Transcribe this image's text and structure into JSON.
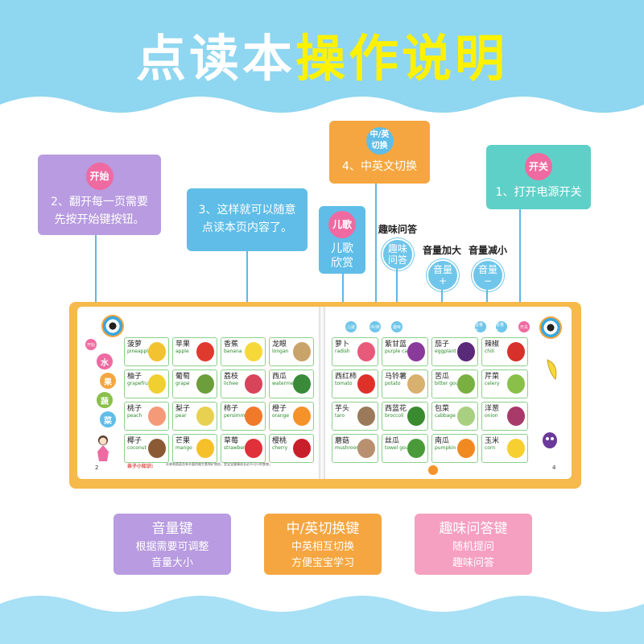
{
  "header": {
    "title_part1": "点读本",
    "title_part2": "操作说明"
  },
  "callouts": {
    "start": {
      "badge": "开始",
      "text_line1": "2、翻开每一页需要",
      "text_line2": "先按开始键按钮。",
      "color": "#b89be0"
    },
    "tap": {
      "text_line1": "3、这样就可以随意",
      "text_line2": "点读本页内容了。",
      "color": "#5fbde8"
    },
    "lang": {
      "badge": "中/英\n切换",
      "text": "4、中英文切换",
      "color": "#f5a640"
    },
    "power": {
      "badge": "开关",
      "text": "1、打开电源开关",
      "color": "#5fd0c8"
    },
    "songs": {
      "badge": "儿歌",
      "text_line1": "儿歌",
      "text_line2": "欣赏",
      "color": "#5fbde8"
    }
  },
  "buttons": {
    "quiz_label": "趣味问答",
    "quiz_btn": "趣味\n问答",
    "vol_up_label": "音量加大",
    "vol_up_btn": "音量\n+",
    "vol_down_label": "音量减小",
    "vol_down_btn": "音量\n−"
  },
  "book": {
    "left_side": [
      "水",
      "果",
      "蔬",
      "菜"
    ],
    "start_btn": "开始",
    "page_left_num": "2",
    "page_right_num": "4",
    "tip_title": "亲子小知识:",
    "tip_text": "水果和蔬菜含有丰富的维生素和矿物质，是宝宝健康成长必不可少的食物。",
    "mini_buttons": [
      "儿歌",
      "中/英",
      "趣味",
      "音量+",
      "音量−",
      "开关"
    ],
    "fruits": [
      {
        "zh": "菠萝",
        "en": "pineapple",
        "color": "#f2c230"
      },
      {
        "zh": "苹果",
        "en": "apple",
        "color": "#e03a2f"
      },
      {
        "zh": "香蕉",
        "en": "banana",
        "color": "#f7d83a"
      },
      {
        "zh": "龙眼",
        "en": "longan",
        "color": "#c9a46a"
      },
      {
        "zh": "柚子",
        "en": "grapefruit",
        "color": "#f0d030"
      },
      {
        "zh": "葡萄",
        "en": "grape",
        "color": "#6c9e3c"
      },
      {
        "zh": "荔枝",
        "en": "lichee",
        "color": "#d8445a"
      },
      {
        "zh": "西瓜",
        "en": "watermelon",
        "color": "#3a8a3a"
      },
      {
        "zh": "桃子",
        "en": "peach",
        "color": "#f59a78"
      },
      {
        "zh": "梨子",
        "en": "pear",
        "color": "#e8d050"
      },
      {
        "zh": "柿子",
        "en": "persimmon",
        "color": "#f07a2a"
      },
      {
        "zh": "橙子",
        "en": "orange",
        "color": "#f5932a"
      },
      {
        "zh": "椰子",
        "en": "coconut",
        "color": "#8a5a34"
      },
      {
        "zh": "芒果",
        "en": "mango",
        "color": "#f5c02a"
      },
      {
        "zh": "草莓",
        "en": "strawberry",
        "color": "#e0303a"
      },
      {
        "zh": "樱桃",
        "en": "cherry",
        "color": "#c8202a"
      }
    ],
    "vegetables": [
      {
        "zh": "萝卜",
        "en": "radish",
        "color": "#e85a7a"
      },
      {
        "zh": "紫甘蓝",
        "en": "purple cabbage",
        "color": "#8a3a9a"
      },
      {
        "zh": "茄子",
        "en": "eggplant",
        "color": "#5a2a7a"
      },
      {
        "zh": "辣椒",
        "en": "chili",
        "color": "#d8302a"
      },
      {
        "zh": "西红柿",
        "en": "tomato",
        "color": "#e0302a"
      },
      {
        "zh": "马铃薯",
        "en": "potato",
        "color": "#d8b070"
      },
      {
        "zh": "苦瓜",
        "en": "bitter gourd",
        "color": "#7ab040"
      },
      {
        "zh": "芹菜",
        "en": "celery",
        "color": "#8ac04a"
      },
      {
        "zh": "芋头",
        "en": "taro",
        "color": "#9a7a5a"
      },
      {
        "zh": "西蓝花",
        "en": "broccoli",
        "color": "#3a8a30"
      },
      {
        "zh": "包菜",
        "en": "cabbage",
        "color": "#a8d080"
      },
      {
        "zh": "洋葱",
        "en": "onion",
        "color": "#a83a6a"
      },
      {
        "zh": "蘑菇",
        "en": "mushroom",
        "color": "#b89070"
      },
      {
        "zh": "丝瓜",
        "en": "towel gourd",
        "color": "#4a9a3a"
      },
      {
        "zh": "南瓜",
        "en": "pumpkin",
        "color": "#f08a20"
      },
      {
        "zh": "玉米",
        "en": "corn",
        "color": "#f5d030"
      }
    ]
  },
  "cards": {
    "volume": {
      "title": "音量键",
      "line1": "根据需要可调整",
      "line2": "音量大小",
      "color": "#b89be0"
    },
    "lang": {
      "title": "中/英切换键",
      "line1": "中英相互切换",
      "line2": "方便宝宝学习",
      "color": "#f5a640"
    },
    "quiz": {
      "title": "趣味问答键",
      "line1": "随机提问",
      "line2": "趣味问答",
      "color": "#f5a0c0"
    }
  }
}
